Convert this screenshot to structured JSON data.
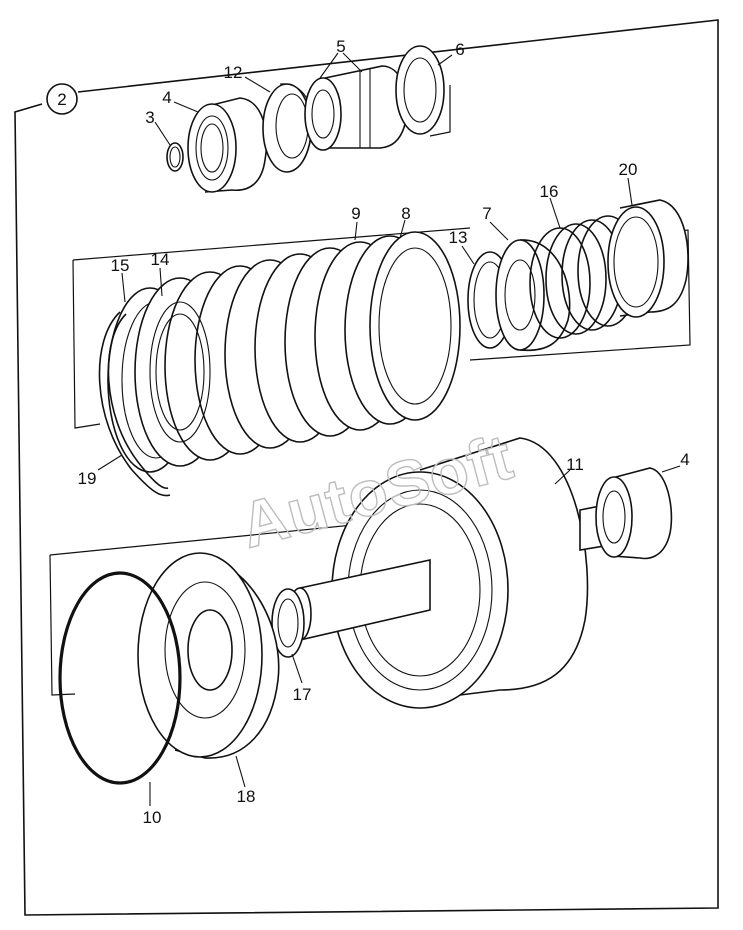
{
  "diagram": {
    "view_label": "2",
    "watermark": "AutoSoft",
    "callouts": [
      {
        "id": "3",
        "text": "3"
      },
      {
        "id": "4a",
        "text": "4"
      },
      {
        "id": "12",
        "text": "12"
      },
      {
        "id": "5",
        "text": "5"
      },
      {
        "id": "6",
        "text": "6"
      },
      {
        "id": "9",
        "text": "9"
      },
      {
        "id": "8",
        "text": "8"
      },
      {
        "id": "7",
        "text": "7"
      },
      {
        "id": "13",
        "text": "13"
      },
      {
        "id": "16",
        "text": "16"
      },
      {
        "id": "20",
        "text": "20"
      },
      {
        "id": "15",
        "text": "15"
      },
      {
        "id": "14",
        "text": "14"
      },
      {
        "id": "19",
        "text": "19"
      },
      {
        "id": "11",
        "text": "11"
      },
      {
        "id": "4b",
        "text": "4"
      },
      {
        "id": "17",
        "text": "17"
      },
      {
        "id": "18",
        "text": "18"
      },
      {
        "id": "10",
        "text": "10"
      }
    ]
  }
}
